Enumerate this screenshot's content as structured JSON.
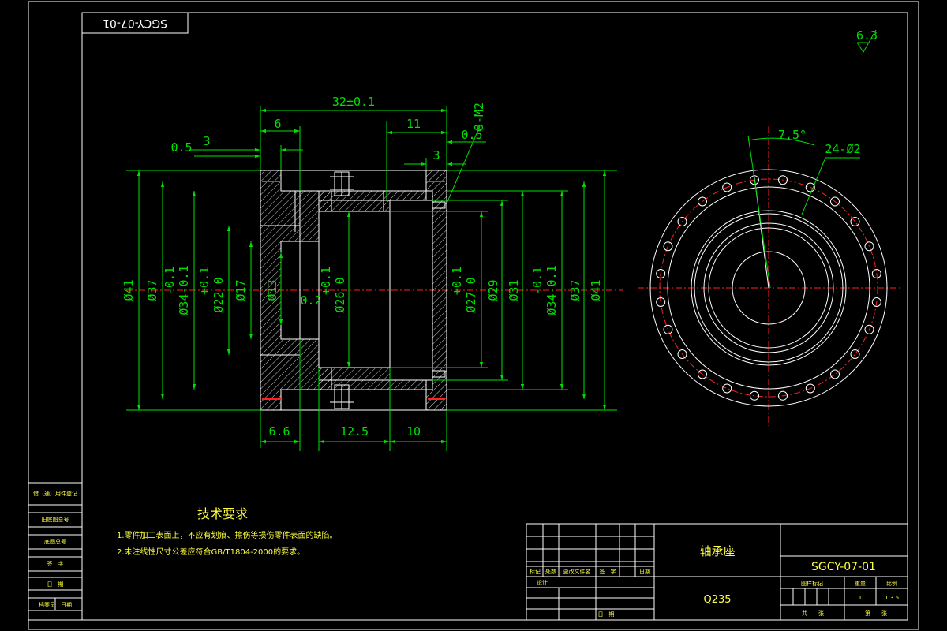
{
  "drawing_number_rotated": "SGCY-07-01",
  "surface_roughness": "6.3",
  "tech_requirements": {
    "title": "技术要求",
    "items": [
      "1.零件加工表面上，不应有划痕、擦伤等损伤零件表面的缺陷。",
      "2.未注线性尺寸公差应符合GB/T1804-2000的要求。"
    ]
  },
  "dimensions": {
    "overall_length": "32±0.1",
    "d6": "6",
    "d11": "11",
    "d3_left": "3",
    "d05_left": "0.5",
    "d3_right": "3",
    "d05_right": "0.5",
    "thread": "8-M2",
    "d66": "6.6",
    "d125": "12.5",
    "d10": "10",
    "d02": "0.2",
    "phi41_left": "Ø41",
    "phi37_left": "Ø37",
    "phi34_left": "Ø34-0.1",
    "tol_34_left": "-0.1",
    "phi22": "Ø22 0",
    "tol_22": "+0.1",
    "phi17": "Ø17",
    "phi13": "Ø13",
    "phi26": "Ø26 0",
    "tol_26": "+0.1",
    "phi27": "Ø27 0",
    "tol_27": "+0.1",
    "phi29": "Ø29",
    "phi31": "Ø31",
    "phi34_right": "Ø34-0.1",
    "tol_34_right": "-0.1",
    "phi37_right": "Ø37",
    "phi41_right": "Ø41",
    "angle": "7.5°",
    "holes": "24-Ø2"
  },
  "left_block": {
    "rows": [
      "借（通）用件登记",
      "旧底图总号",
      "底图总号",
      "签　字",
      "日　期",
      "档案员　日期"
    ]
  },
  "title_block": {
    "part_name": "轴承座",
    "material": "Q235",
    "drawing_no": "SGCY-07-01",
    "headers": [
      "标记",
      "处数",
      "更改文件名",
      "签　字",
      "日期"
    ],
    "design": "设计",
    "date": "日　期",
    "stage_mark": "图样标记",
    "weight": "重量",
    "scale": "比例",
    "weight_value": "1",
    "scale_value": "1:3.6",
    "sheet_total": "共　　张",
    "sheet_no": "第　　张"
  },
  "colors": {
    "outline": "#ffffff",
    "dimension": "#00e000",
    "center": "#ff2020",
    "label": "#ffff40"
  }
}
